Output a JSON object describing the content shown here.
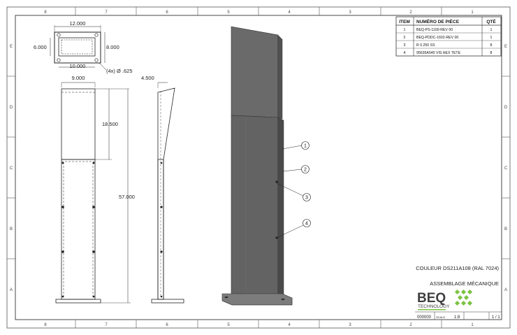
{
  "zones": {
    "top": [
      "8",
      "7",
      "6",
      "5",
      "4",
      "3",
      "2",
      "1"
    ],
    "bottom": [
      "8",
      "7",
      "6",
      "5",
      "4",
      "3",
      "2",
      "1"
    ],
    "left": [
      "E",
      "D",
      "C",
      "B",
      "A"
    ],
    "right": [
      "E",
      "D",
      "C",
      "B",
      "A"
    ]
  },
  "bom": {
    "headers": [
      "ITEM",
      "NUMÉRO DE PIÈCE",
      "QTÉ"
    ],
    "rows": [
      {
        "item": "1",
        "part": "BEQ-PS-1100-REV 00",
        "qty": "1"
      },
      {
        "item": "2",
        "part": "BEQ-PDDC-1602-REV 00",
        "qty": "1"
      },
      {
        "item": "3",
        "part": "R 0.250 SS",
        "qty": "8"
      },
      {
        "item": "4",
        "part": "95635A540 VIS HEX TETE",
        "qty": "8"
      }
    ]
  },
  "dimensions": {
    "plate_width": "12.000",
    "plate_height": "6.000",
    "plate_height_right": "8.000",
    "plate_inner_width": "10.000",
    "hole_note": "(4x) Ø .625",
    "front_width": "9.000",
    "side_depth": "4.500",
    "upper_height": "18.500",
    "total_height": "57.000"
  },
  "callouts": [
    "1",
    "2",
    "3",
    "4"
  ],
  "title_block": {
    "color_note": "COULEUR DS211A108 (RAL 7024)",
    "assembly_title": "ASSEMBLAGE MÉCANIQUE",
    "logo_text": "BEQ",
    "logo_sub": "TECHNOLOGY",
    "drawing_number": "000000",
    "scale_label": "SCALE",
    "scale_value": "1:8",
    "sheet": "1 / 1"
  }
}
